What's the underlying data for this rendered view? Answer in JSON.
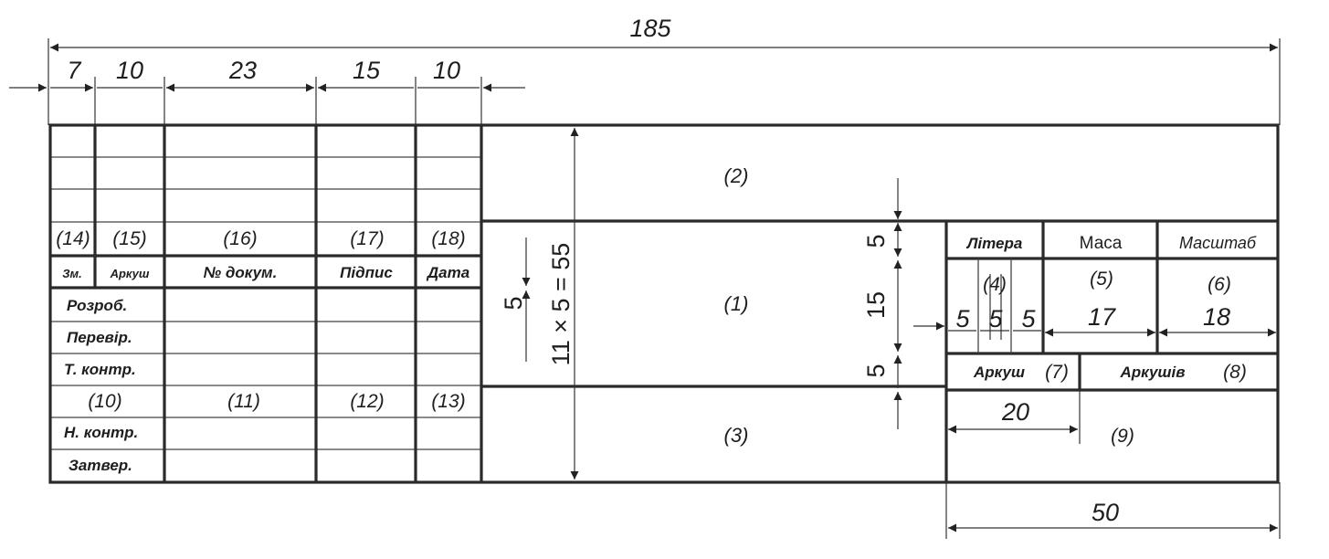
{
  "dimensions": {
    "overall_width": "185",
    "col_widths": [
      "7",
      "10",
      "23",
      "15",
      "10"
    ],
    "right_block_width": "50",
    "rows_height": "11 × 5 = 55",
    "row_height": "5",
    "litera_header_h": "5",
    "litera_cells_h": "15",
    "sheet_row_h": "5",
    "litera_subcells": [
      "5",
      "5",
      "5"
    ],
    "mass_width": "17",
    "scale_width": "18",
    "sheet_width": "20"
  },
  "field_numbers": {
    "f1": "(1)",
    "f2": "(2)",
    "f3": "(3)",
    "f4": "(4)",
    "f5": "(5)",
    "f6": "(6)",
    "f7": "(7)",
    "f8": "(8)",
    "f9": "(9)",
    "f10": "(10)",
    "f11": "(11)",
    "f12": "(12)",
    "f13": "(13)",
    "f14": "(14)",
    "f15": "(15)",
    "f16": "(16)",
    "f17": "(17)",
    "f18": "(18)"
  },
  "headers": {
    "change": "Зм.",
    "sheet": "Аркуш",
    "doc_no": "№ докум.",
    "signature": "Підпис",
    "date": "Дата",
    "litera": "Літера",
    "mass": "Маса",
    "scale": "Масштаб",
    "sheet_no": "Аркуш",
    "sheets_total": "Аркушів"
  },
  "row_labels": {
    "developed": "Розроб.",
    "checked": "Перевір.",
    "tech_control": "Т. контр.",
    "norm_control": "Н. контр.",
    "approved": "Затвер."
  }
}
